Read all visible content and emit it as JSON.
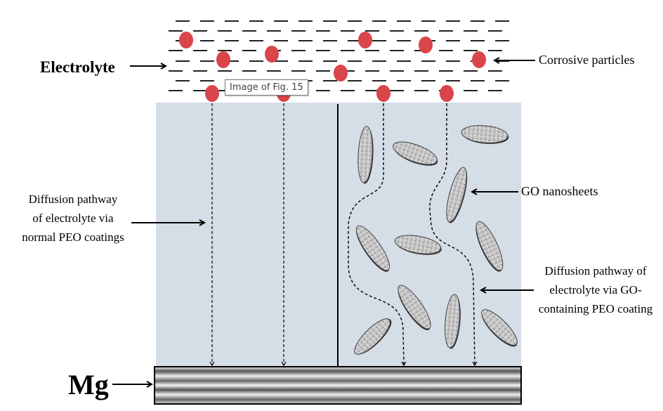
{
  "tooltip": "Image of Fig. 15",
  "labels": {
    "electrolyte": "Electrolyte",
    "corrosive_particles": "Corrosive particles",
    "normal_pathway": [
      "Diffusion pathway",
      "of electrolyte via",
      "normal PEO coatings"
    ],
    "go_nanosheets": "GO nanosheets",
    "go_pathway": [
      "Diffusion pathway of",
      "electrolyte via GO-",
      "containing PEO coating"
    ],
    "substrate": "Mg"
  },
  "colors": {
    "coating": "#d5dde7",
    "particle": "#d9454a",
    "nanosheet": "#bdbdbd"
  }
}
